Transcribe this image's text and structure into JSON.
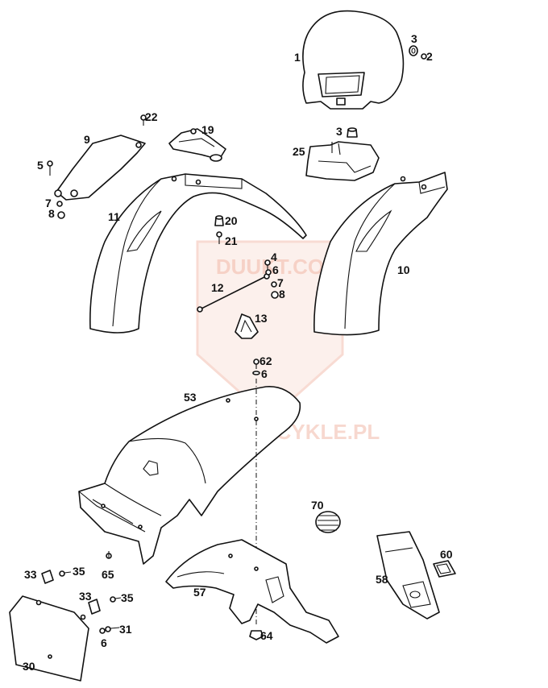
{
  "watermarks": {
    "top": "DUUKT.CO",
    "center": "KTMMOTOCYKLE.PL"
  },
  "parts": {
    "p1": "1",
    "p2": "2",
    "p3a": "3",
    "p3b": "3",
    "p4": "4",
    "p5": "5",
    "p6a": "6",
    "p6b": "6",
    "p6c": "6",
    "p7a": "7",
    "p7b": "7",
    "p8a": "8",
    "p8b": "8",
    "p9": "9",
    "p10": "10",
    "p11": "11",
    "p12": "12",
    "p13": "13",
    "p19": "19",
    "p20": "20",
    "p21": "21",
    "p22": "22",
    "p25": "25",
    "p30": "30",
    "p31": "31",
    "p33a": "33",
    "p33b": "33",
    "p35a": "35",
    "p35b": "35",
    "p53": "53",
    "p57": "57",
    "p58": "58",
    "p60": "60",
    "p62": "62",
    "p64": "64",
    "p65": "65",
    "p70": "70"
  },
  "colors": {
    "line": "#111111",
    "watermark": "#f2b9a8"
  }
}
